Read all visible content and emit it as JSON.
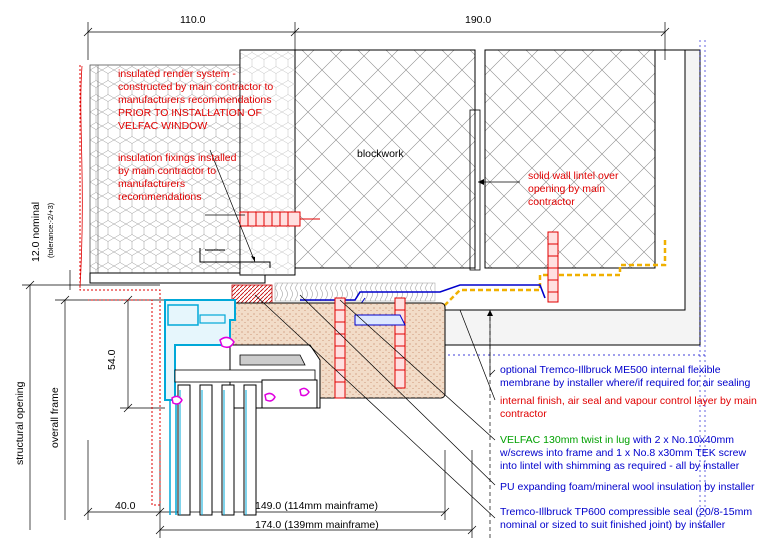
{
  "dimensions": {
    "d110": "110.0",
    "d190": "190.0",
    "d12_nominal": "12.0 nominal",
    "d12_tolerance": "(tolerance:-2/+3)",
    "d54": "54.0",
    "d40": "40.0",
    "d149": "149.0 (114mm mainframe)",
    "d174": "174.0 (139mm mainframe)",
    "structural_opening": "structural opening",
    "overall_frame": "overall frame"
  },
  "labels": {
    "render_1": "insulated render system -",
    "render_2": "constructed by main contractor to",
    "render_3": "manufacturers recommendations",
    "render_4": "PRIOR TO INSTALLATION OF",
    "render_5": "VELFAC WINDOW",
    "fix_1": "insulation fixings installed",
    "fix_2": "by main contractor to",
    "fix_3": "manufacturers",
    "fix_4": "recommendations",
    "blockwork": "blockwork",
    "lintel_1": "solid wall lintel over",
    "lintel_2": "opening by main",
    "lintel_3": "contractor",
    "membrane_1": "optional Tremco-Illbruck ME500 internal flexible",
    "membrane_2": "membrane by installer where/if required for air sealing",
    "finish_1": "internal finish, air seal and vapour control layer by main",
    "finish_2": "contractor",
    "velfac_green": "VELFAC 130mm twist in lug",
    "velfac_rest": " with 2 x No.10x40mm",
    "velfac_2": "w/screws into frame and 1 x No.8 x30mm TEK screw",
    "velfac_3": "into lintel with shimming as required - all by installer",
    "pu_1": "PU expanding foam/mineral wool insulation by installer",
    "seal_1": "Tremco-Illbruck TP600 compressible seal (20/8-15mm",
    "seal_2": "nominal or sized to suit finished joint) by installer"
  },
  "colors": {
    "render_red": "#e00000",
    "blue_line": "#0000cc",
    "velfac_green": "#00a000",
    "frame_cyan": "#00a8d8",
    "magenta": "#e000e0",
    "hatch_gray": "#7a7a7a",
    "insulation_tan": "#f2dcc8",
    "yellow_tape": "#f0b000"
  }
}
